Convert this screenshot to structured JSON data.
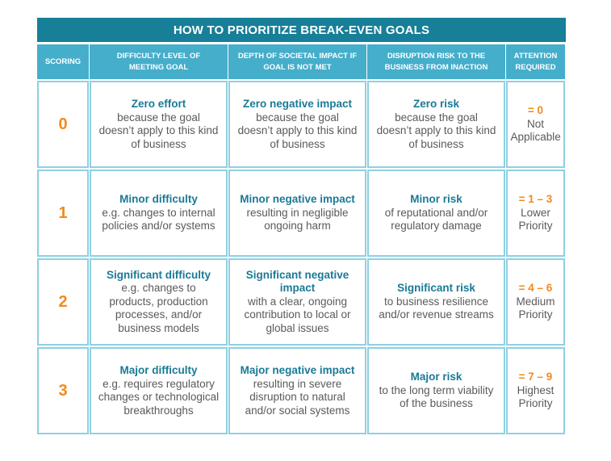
{
  "title": "HOW TO PRIORITIZE BREAK-EVEN GOALS",
  "headers": [
    "SCORING",
    "DIFFICULTY LEVEL OF MEETING GOAL",
    "DEPTH OF SOCIETAL IMPACT IF GOAL IS NOT MET",
    "DISRUPTION RISK TO THE BUSINESS FROM INACTION",
    "ATTENTION REQUIRED"
  ],
  "rows": [
    {
      "score": "0",
      "difficulty": {
        "head": "Zero effort",
        "body": "because the goal doesn’t apply to this kind of business"
      },
      "impact": {
        "head": "Zero negative impact",
        "body": "because the goal doesn’t apply to this kind of business"
      },
      "risk": {
        "head": "Zero risk",
        "body": "because the goal doesn’t apply to this kind of business"
      },
      "attention": {
        "range": "= 0",
        "label": "Not Applicable"
      }
    },
    {
      "score": "1",
      "difficulty": {
        "head": "Minor difficulty",
        "body": "e.g. changes to internal policies and/or systems"
      },
      "impact": {
        "head": "Minor negative impact",
        "body": "resulting in negligible ongoing harm"
      },
      "risk": {
        "head": "Minor risk",
        "body": "of reputational and/or regulatory damage"
      },
      "attention": {
        "range": "= 1 – 3",
        "label": "Lower Priority"
      }
    },
    {
      "score": "2",
      "difficulty": {
        "head": "Significant difficulty",
        "body": "e.g. changes to products, production processes, and/or business models"
      },
      "impact": {
        "head": "Significant negative impact",
        "body": "with a clear, ongoing contribution to local or global issues"
      },
      "risk": {
        "head": "Significant risk",
        "body": "to business resilience and/or revenue streams"
      },
      "attention": {
        "range": "= 4 – 6",
        "label": "Medium Priority"
      }
    },
    {
      "score": "3",
      "difficulty": {
        "head": "Major difficulty",
        "body": "e.g. requires regulatory changes or technological breakthroughs"
      },
      "impact": {
        "head": "Major negative impact",
        "body": "resulting in severe disruption to natural and/or social systems"
      },
      "risk": {
        "head": "Major risk",
        "body": "to the long term viability of the business"
      },
      "attention": {
        "range": "= 7 – 9",
        "label": "Highest Priority"
      }
    }
  ]
}
